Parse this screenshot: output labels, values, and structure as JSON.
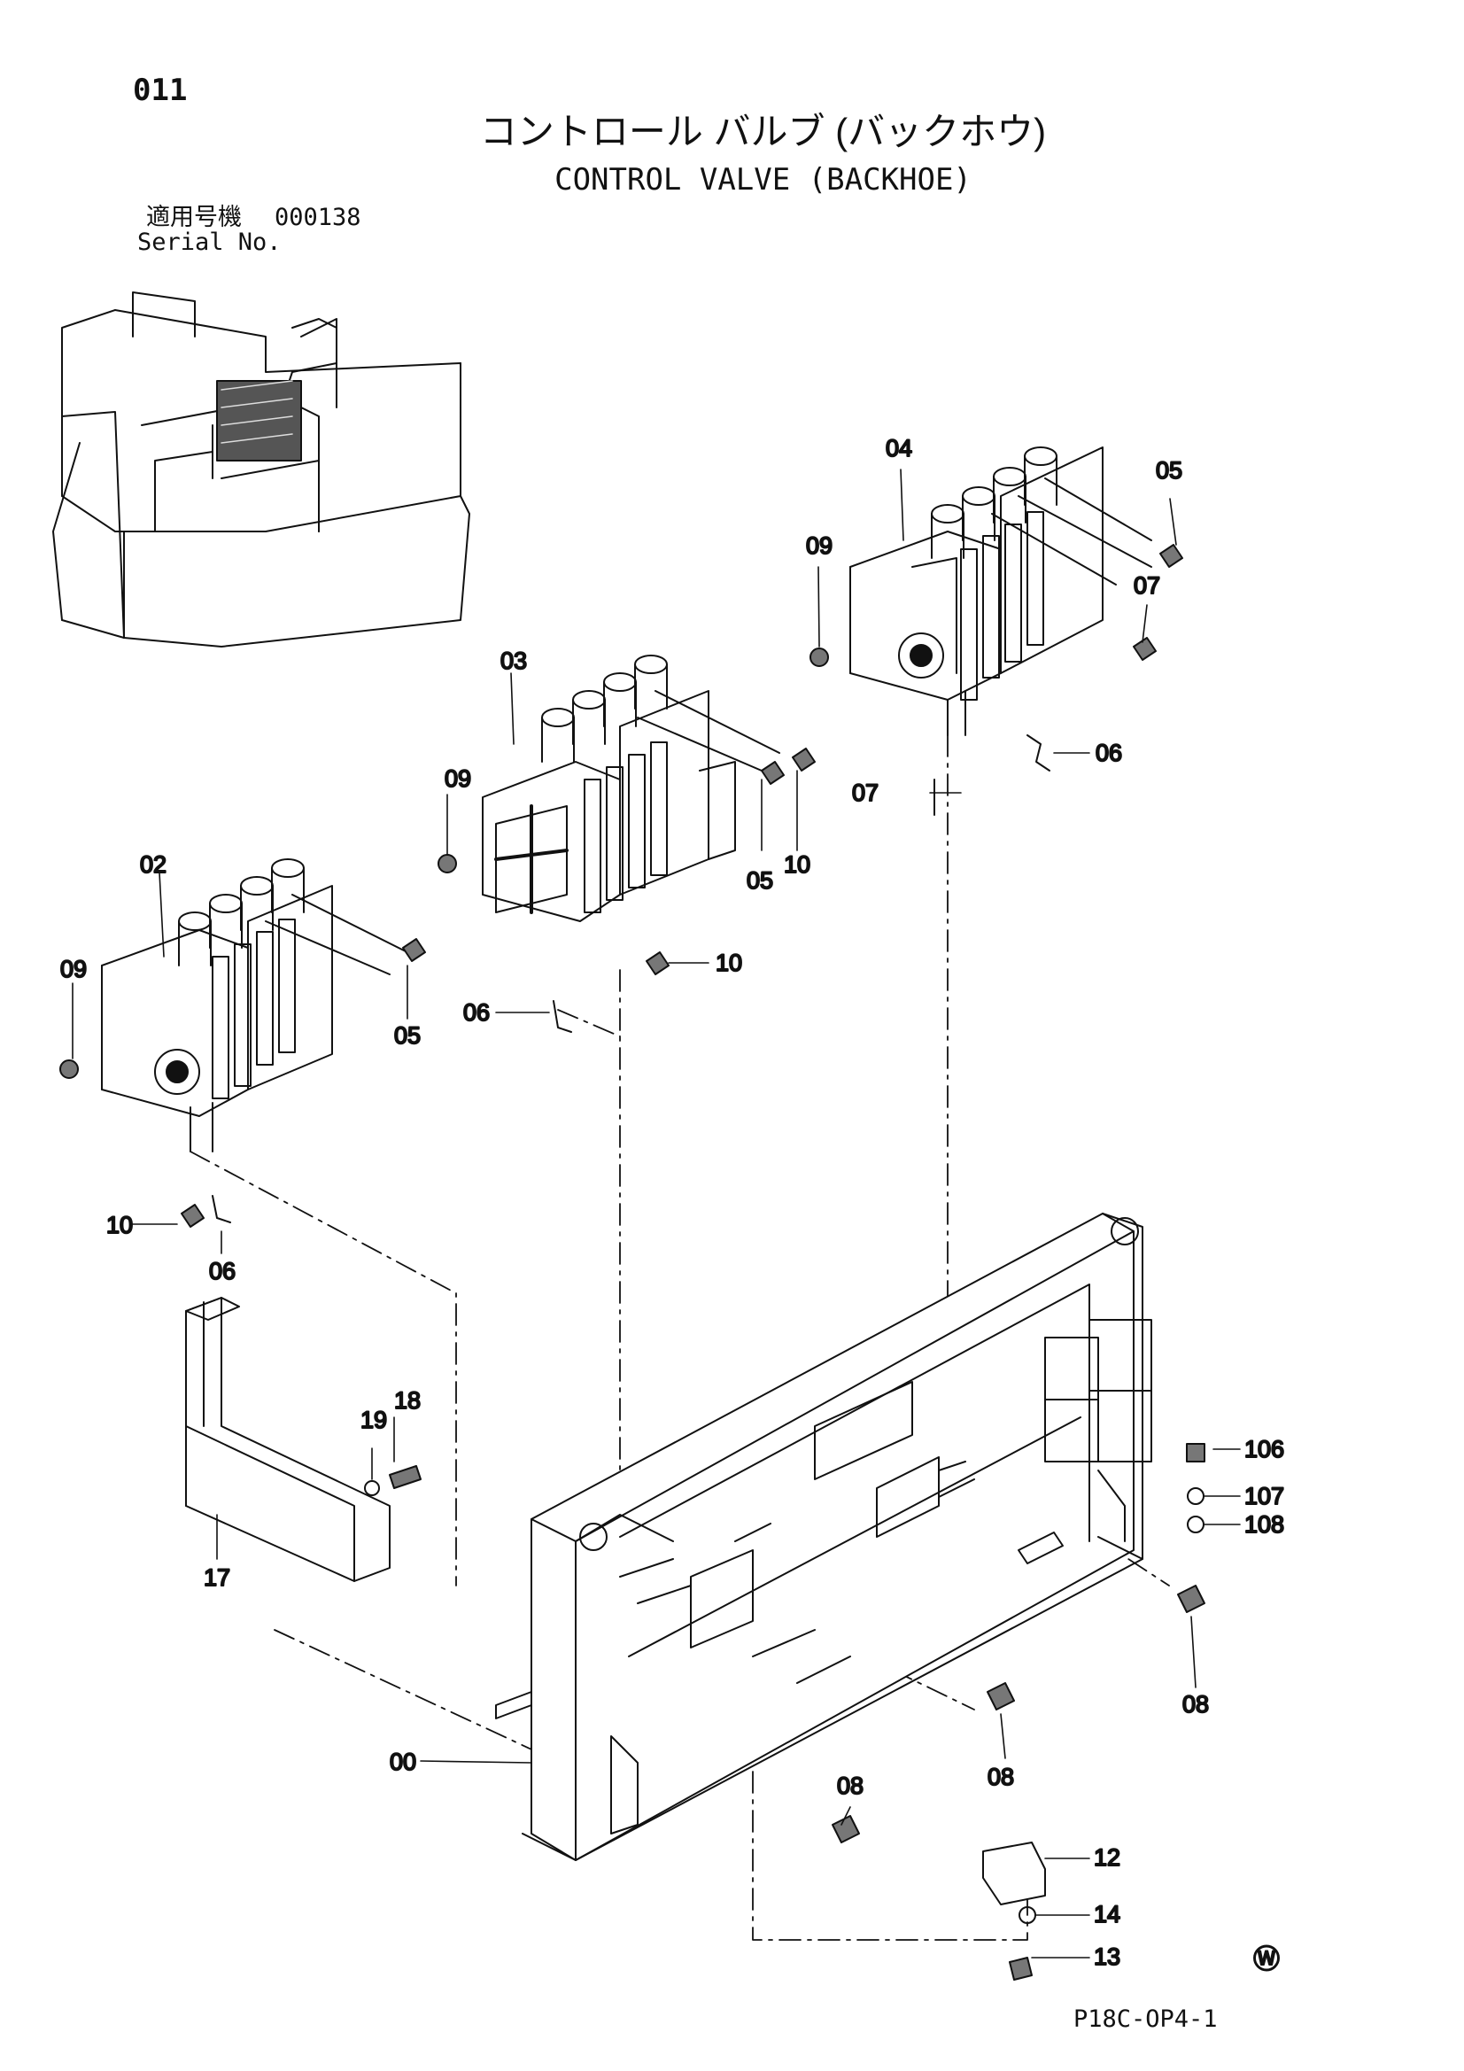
{
  "page_number": "011",
  "title": {
    "japanese": "コントロール バルブ (バックホウ)",
    "english": "CONTROL VALVE (BACKHOE)"
  },
  "serial": {
    "label_japanese": "適用号機",
    "label_english": "Serial No.",
    "value": "000138"
  },
  "diagram_code": "P18C-OP4-1",
  "watermark_symbol": "Ⓦ",
  "callouts": {
    "c00": "00",
    "c02": "02",
    "c03": "03",
    "c04": "04",
    "c05a": "05",
    "c05b": "05",
    "c05c": "05",
    "c06a": "06",
    "c06b": "06",
    "c06c": "06",
    "c07a": "07",
    "c07b": "07",
    "c08a": "08",
    "c08b": "08",
    "c08c": "08",
    "c09a": "09",
    "c09b": "09",
    "c09c": "09",
    "c10a": "10",
    "c10b": "10",
    "c10c": "10",
    "c12": "12",
    "c13": "13",
    "c14": "14",
    "c17": "17",
    "c18": "18",
    "c19": "19",
    "c106": "106",
    "c107": "107",
    "c108": "108"
  }
}
